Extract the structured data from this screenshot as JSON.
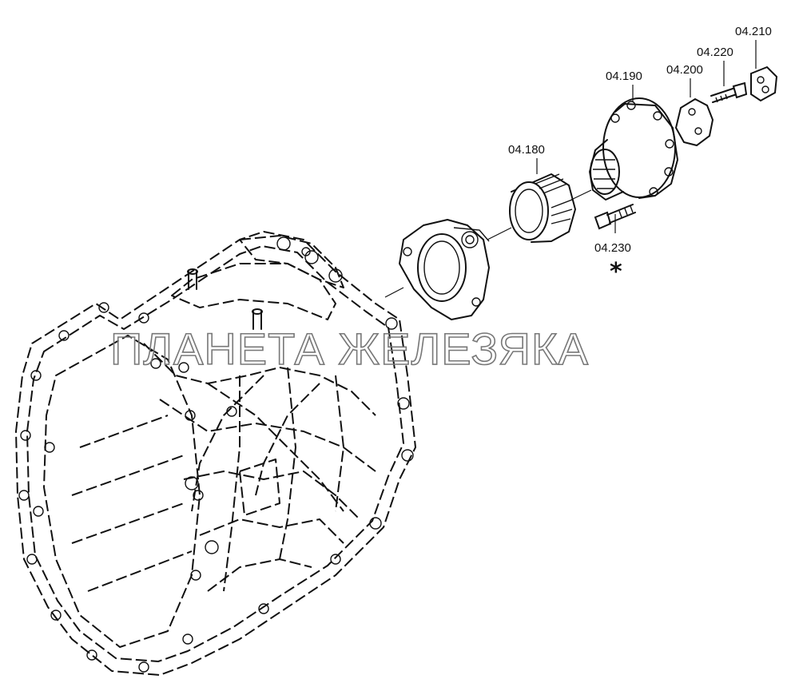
{
  "watermark": "ПЛАНЕТА ЖЕЛЕЗЯКА",
  "parts": {
    "p180": "04.180",
    "p190": "04.190",
    "p200": "04.200",
    "p210": "04.210",
    "p220": "04.220",
    "p230": "04.230"
  },
  "marker": "*",
  "colors": {
    "ink": "#111111",
    "background": "#ffffff",
    "watermark": "#777777"
  }
}
